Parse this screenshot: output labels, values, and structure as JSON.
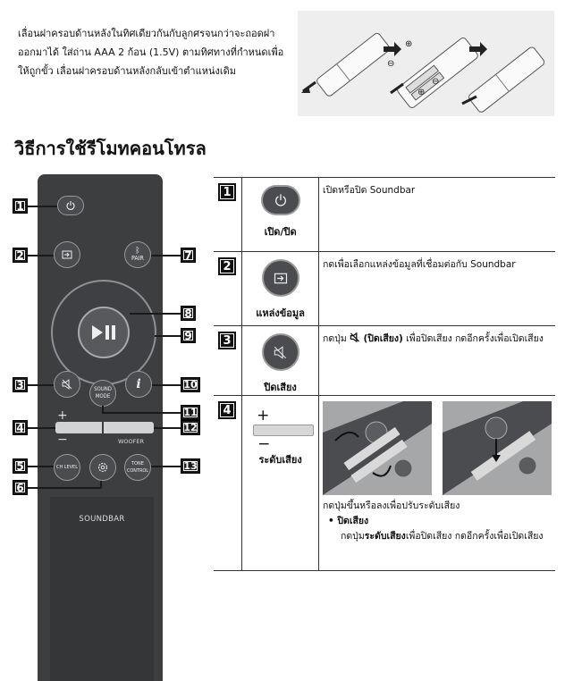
{
  "intro": {
    "text": "เลื่อนฝาครอบด้านหลังในทิศเดียวกันกับลูกศรจนกว่าจะถอดฝาออกมาได้ ใส่ถ่าน AAA 2 ก้อน (1.5V) ตามทิศทางที่กำหนดเพื่อให้ถูกขั้ว เลื่อนฝาครอบด้านหลังกลับเข้าตำแหน่งเดิม"
  },
  "heading": "วิธีการใช้รีโมทคอนโทรล",
  "remote": {
    "label": "SOUNDBAR",
    "pair_label": "PAIR",
    "sound_mode_label": "SOUND\nMODE",
    "ch_level_label": "CH LEVEL",
    "tone_control_label": "TONE\nCONTROL",
    "woofer_label": "WOOFER",
    "plus": "+",
    "minus": "−",
    "info_label": "i",
    "callouts": [
      "1",
      "2",
      "3",
      "4",
      "5",
      "6",
      "7",
      "8",
      "9",
      "10",
      "11",
      "12",
      "13"
    ]
  },
  "table": {
    "rows": [
      {
        "num": "1",
        "icon": "power-icon",
        "caption": "เปิด/ปิด",
        "desc": "เปิดหรือปิด Soundbar"
      },
      {
        "num": "2",
        "icon": "source-icon",
        "caption": "แหล่งข้อมูล",
        "desc": "กดเพื่อเลือกแหล่งข้อมูลที่เชื่อมต่อกับ Soundbar"
      },
      {
        "num": "3",
        "icon": "mute-icon",
        "caption": "ปิดเสียง",
        "desc_pre": "กดปุ่ม ",
        "desc_bold": "(ปิดเสียง)",
        "desc_post": " เพื่อปิดเสียง กดอีกครั้งเพื่อเปิดเสียง"
      },
      {
        "num": "4",
        "icon": "volume-bar-icon",
        "plus": "+",
        "minus": "−",
        "caption": "ระดับเสียง",
        "desc": "กดปุ่มขึ้นหรือลงเพื่อปรับระดับเสียง",
        "bullet_title": "ปิดเสียง",
        "bullet_pre": "กดปุ่ม",
        "bullet_bold": "ระดับเสียง",
        "bullet_post": "เพื่อปิดเสียง กดอีกครั้งเพื่อเปิดเสียง"
      }
    ]
  }
}
